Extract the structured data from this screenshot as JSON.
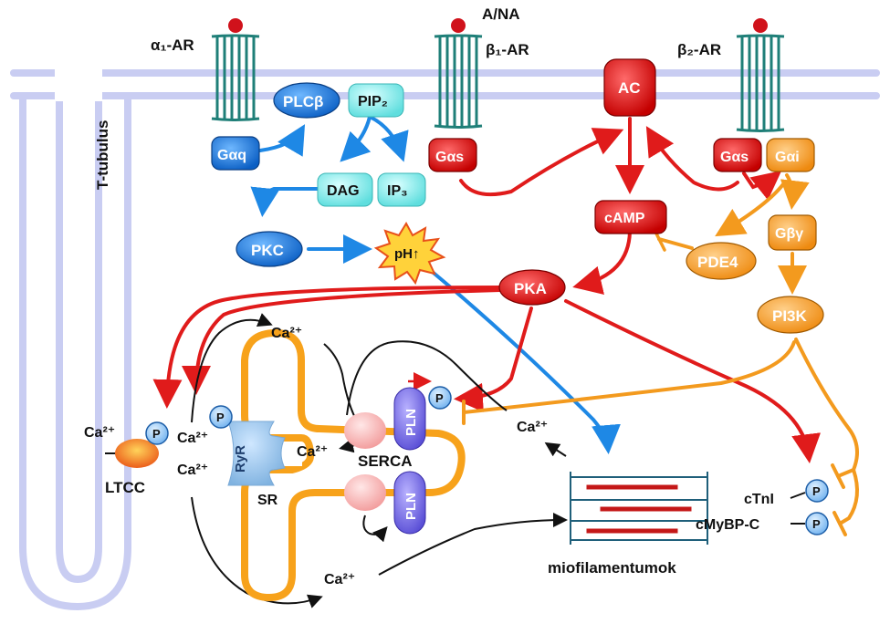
{
  "top_label": "A/NA",
  "receptors": {
    "alpha1": {
      "name": "α₁-AR",
      "g": "Gαq"
    },
    "beta1": {
      "name": "β₁-AR",
      "g": "Gαs"
    },
    "beta2": {
      "name": "β₂-AR",
      "g_s": "Gαs",
      "g_i": "Gαi"
    }
  },
  "ttubulus": "T-tubulus",
  "nodes": {
    "plcb": "PLCβ",
    "pip2": "PIP₂",
    "dag": "DAG",
    "ip3": "IP₃",
    "pkc": "PKC",
    "ph": "pH↑",
    "ac": "AC",
    "camp": "cAMP",
    "pka": "PKA",
    "pde4": "PDE4",
    "gby": "Gβγ",
    "pi3k": "PI3K",
    "ltcc": "LTCC",
    "ryr": "RyR",
    "sr": "SR",
    "serca": "SERCA",
    "pln": "PLN",
    "phospho": "P",
    "ctni": "cTnI",
    "cmybpc": "cMyBP-C",
    "myofil": "miofilamentumok"
  },
  "calcium": "Ca²⁺",
  "colors": {
    "red": "#e01b1b",
    "blue": "#1e88e5",
    "orange": "#f39a1e",
    "teal": "#1f7f78",
    "membrane": "#c9cdf2",
    "sr_orange": "#f7a21b"
  }
}
